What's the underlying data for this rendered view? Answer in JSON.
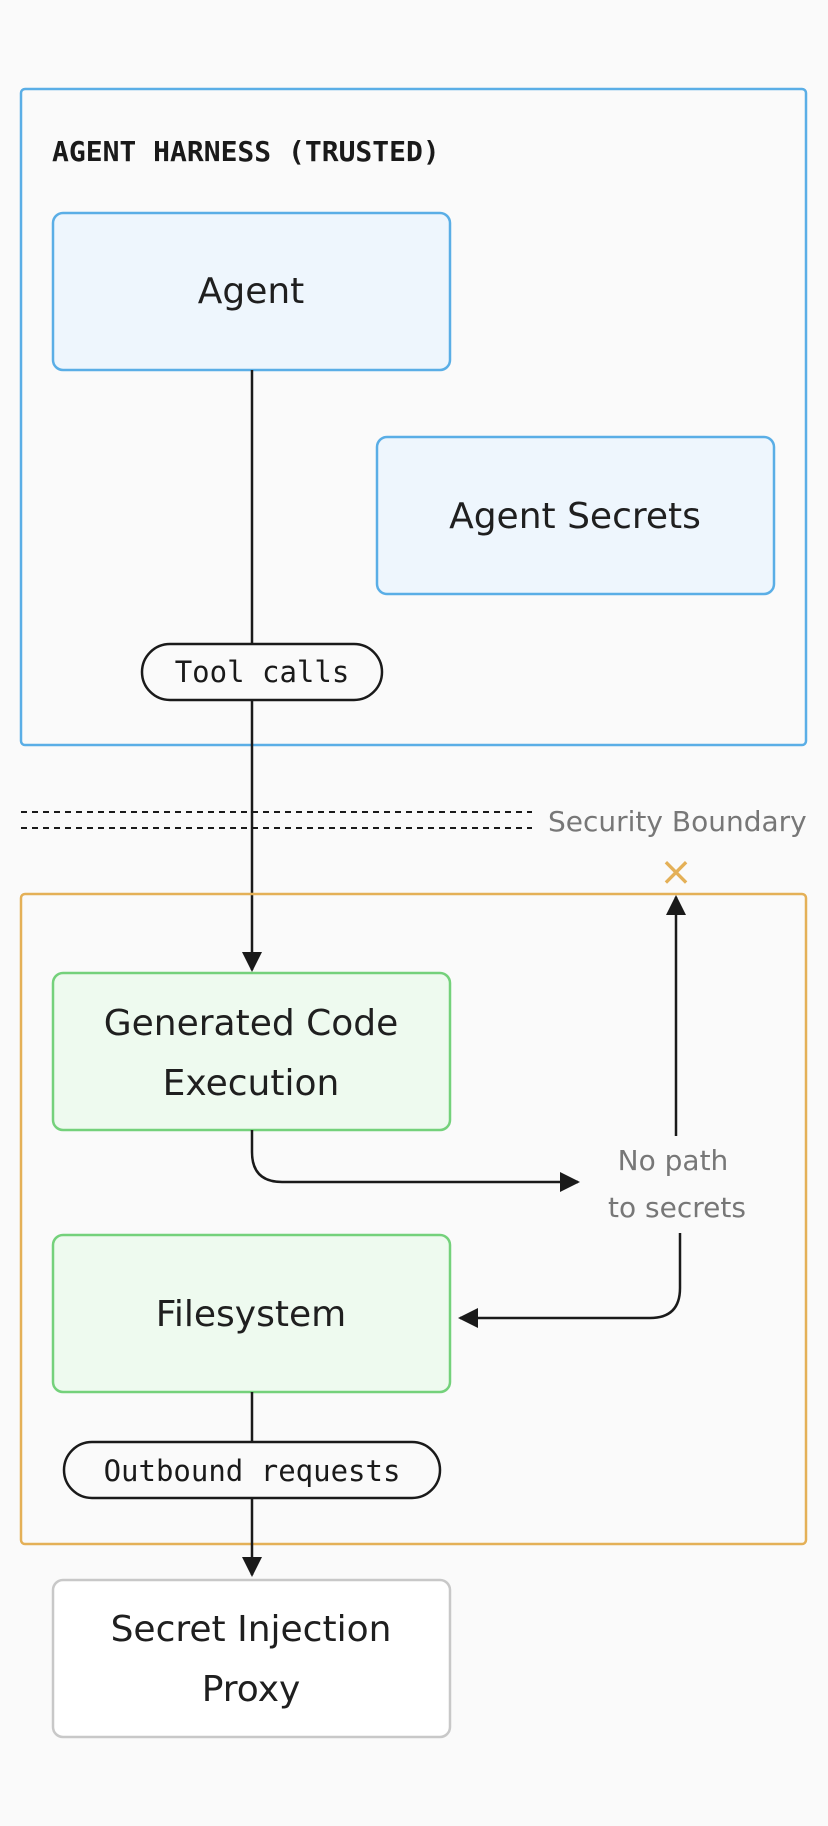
{
  "harness": {
    "title": "AGENT HARNESS (TRUSTED)"
  },
  "nodes": {
    "agent": "Agent",
    "agent_secrets": "Agent Secrets",
    "generated_code_line1": "Generated Code",
    "generated_code_line2": "Execution",
    "filesystem": "Filesystem",
    "proxy_line1": "Secret Injection",
    "proxy_line2": "Proxy"
  },
  "edges": {
    "tool_calls": "Tool calls",
    "outbound_requests": "Outbound requests"
  },
  "boundary": {
    "label": "Security Boundary"
  },
  "no_path": {
    "line1": "No path",
    "line2": "to secrets",
    "blocked_symbol": "×"
  },
  "colors": {
    "trusted_border": "#5aaee6",
    "trusted_fill": "#eef6fd",
    "sandbox_border": "#e4b057",
    "code_border": "#74d17b",
    "code_fill": "#eefaef",
    "proxy_border": "#c8c8c8",
    "blocked": "#e4b057"
  }
}
